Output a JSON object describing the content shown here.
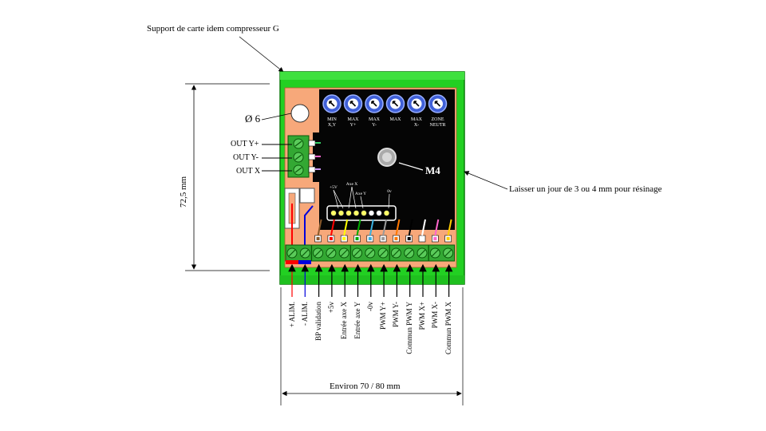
{
  "annotations": {
    "support": "Support  de carte idem compresseur G",
    "diameter": "Ø 6",
    "module": "M4",
    "gap_note": "Laisser un jour de 3 ou 4 mm pour résinage",
    "height_dim": "72,5 mm",
    "width_dim": "Environ 70 / 80 mm"
  },
  "out_labels": [
    "OUT Y+",
    "OUT Y-",
    "OUT X"
  ],
  "pots": [
    {
      "line1": "MIN",
      "line2": "X,Y"
    },
    {
      "line1": "MAX",
      "line2": "Y+"
    },
    {
      "line1": "MAX",
      "line2": "Y-"
    },
    {
      "line1": "MAX",
      "line2": ""
    },
    {
      "line1": "MAX",
      "line2": "X-"
    },
    {
      "line1": "ZONE",
      "line2": "NEUTR"
    }
  ],
  "header_labels": [
    "+5V",
    "Axe X",
    "Axe Y",
    "0v"
  ],
  "terminals": [
    "+ ALIM.",
    "- ALIM.",
    "BP validation",
    "+5v",
    "Entrée axe X",
    "Entrée axe Y",
    "-0v",
    "PWM  Y+",
    "PWM  Y-",
    "Commun PWM  Y",
    "PWM  X+",
    "PWM  X-",
    "Commun PWM  X"
  ],
  "colors": {
    "enclosure": "#22d022",
    "pcb_orange": "#f7a87a",
    "pcb_black": "#050505",
    "terminal_green": "#33a833",
    "pot_blue": "#4060d8",
    "alim_plus": "#ff0000",
    "alim_minus": "#0000dd"
  },
  "wire_colors": [
    "#8b5a2b",
    "#ff0000",
    "#ffff00",
    "#00aa00",
    "#3ab0e0",
    "#999999",
    "#ff7700",
    "#000000",
    "#ffffff",
    "#ff66cc",
    "#ffcc00"
  ]
}
